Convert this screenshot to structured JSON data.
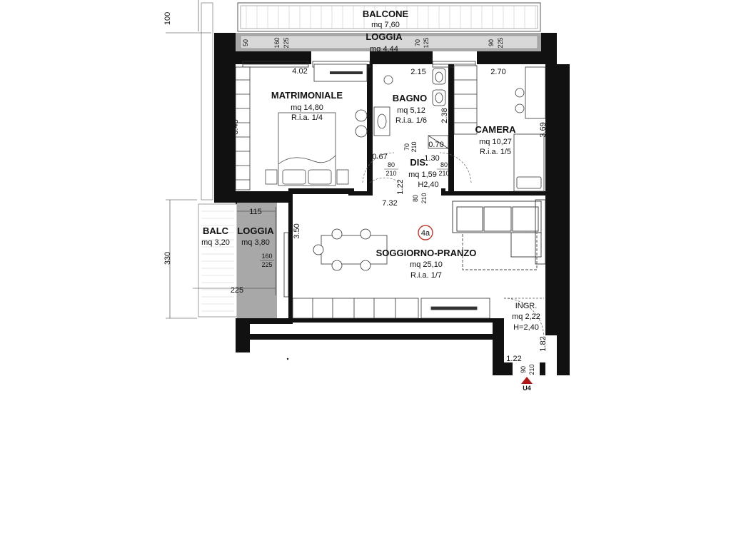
{
  "rooms": {
    "balcone_top": {
      "name": "BALCONE",
      "area": "mq 7,60"
    },
    "loggia_top": {
      "name": "LOGGIA",
      "area": "mq 4,44"
    },
    "matrimoniale": {
      "name": "MATRIMONIALE",
      "area": "mq 14,80",
      "ria": "R.i.a. 1/4"
    },
    "bagno": {
      "name": "BAGNO",
      "area": "mq 5,12",
      "ria": "R.i.a. 1/6"
    },
    "camera": {
      "name": "CAMERA",
      "area": "mq 10,27",
      "ria": "R.i.a. 1/5"
    },
    "dis": {
      "name": "DIS.",
      "area": "mq 1,59",
      "height": "H2,40"
    },
    "soggiorno": {
      "name": "SOGGIORNO-PRANZO",
      "area": "mq 25,10",
      "ria": "R.i.a. 1/7"
    },
    "balc_left": {
      "name": "BALC",
      "area": "mq 3,20"
    },
    "loggia_left": {
      "name": "LOGGIA",
      "area": "mq 3,80"
    },
    "ingr": {
      "name": "INGR.",
      "area": "mq 2,22",
      "height": "H=2,40"
    }
  },
  "unit_badge": "4a",
  "entrance_label": "U4",
  "dimensions": {
    "d100": "100",
    "d50": "50",
    "d160a": "160",
    "d225a": "225",
    "d70a": "70",
    "d125": "125",
    "d90a": "90",
    "d225b": "225",
    "d402": "4.02",
    "d215": "2.15",
    "d270": "2.70",
    "d348": "3.48",
    "d238": "2.38",
    "d369": "3.69",
    "d067": "0.67",
    "d070": "0.70",
    "d130": "1.30",
    "d70b": "70",
    "d210a": "210",
    "d80a": "80",
    "d210b": "210",
    "d80b": "80",
    "d210c": "210",
    "d122a": "1.22",
    "d80c": "80",
    "d210d": "210",
    "d732": "7.32",
    "d115": "115",
    "d350": "3.50",
    "d160b": "160",
    "d225c": "225",
    "d330": "330",
    "d225d": "225",
    "d182": "1.82",
    "d122b": "1.22",
    "d90b": "90",
    "d210e": "210"
  },
  "colors": {
    "wall": "#111111",
    "loggia_fill": "#a8a8a8",
    "badge": "#c0392b",
    "entrance": "#b01818"
  }
}
